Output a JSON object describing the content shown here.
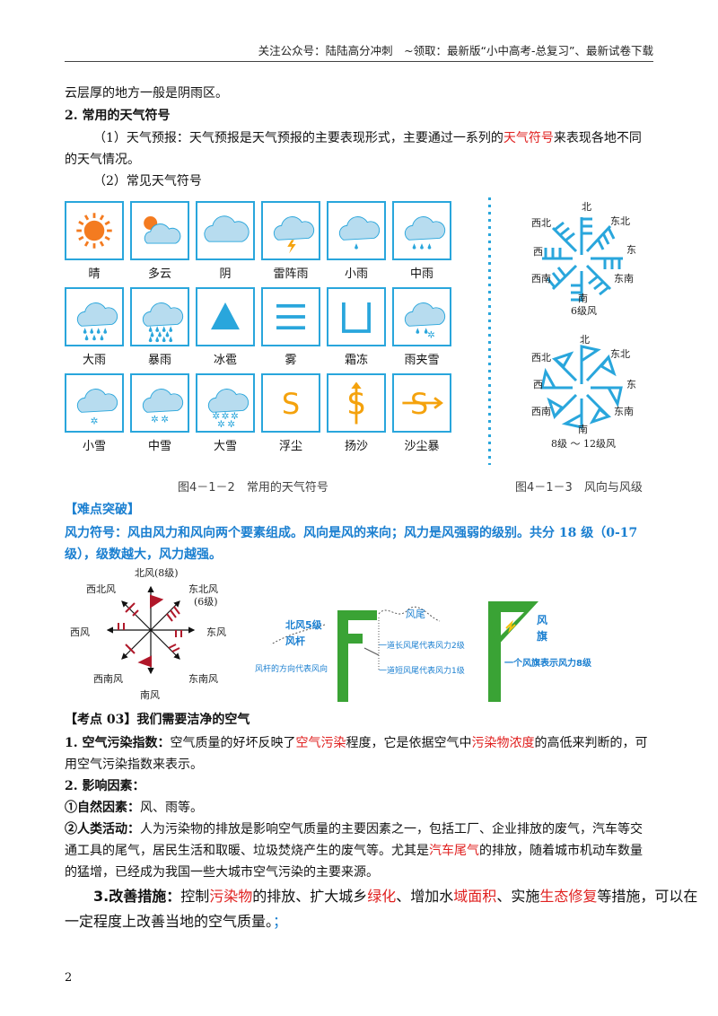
{
  "header": {
    "text": "关注公众号：陆陆高分冲刺　~领取：最新版“小中高考-总复习”、最新试卷下载"
  },
  "intro_line": "云层厚的地方一般是阴雨区。",
  "section2": {
    "title": "2. 常用的天气符号",
    "p1_a": "（1）天气预报：天气预报是天气预报的主要表现形式，主要通过一系列的",
    "p1_red": "天气符号",
    "p1_b": "来表现各地不同",
    "p1_c": "的天气情况。",
    "p2": "（2）常见天气符号"
  },
  "weather_symbols": [
    {
      "label": "晴",
      "icon": "sun-icon"
    },
    {
      "label": "多云",
      "icon": "partly-cloudy-icon"
    },
    {
      "label": "阴",
      "icon": "overcast-icon"
    },
    {
      "label": "雷阵雨",
      "icon": "thunder-shower-icon"
    },
    {
      "label": "小雨",
      "icon": "light-rain-icon"
    },
    {
      "label": "中雨",
      "icon": "moderate-rain-icon"
    },
    {
      "label": "大雨",
      "icon": "heavy-rain-icon"
    },
    {
      "label": "暴雨",
      "icon": "rainstorm-icon"
    },
    {
      "label": "冰雹",
      "icon": "hail-icon"
    },
    {
      "label": "雾",
      "icon": "fog-icon"
    },
    {
      "label": "霜冻",
      "icon": "frost-icon"
    },
    {
      "label": "雨夹雪",
      "icon": "sleet-icon"
    },
    {
      "label": "小雪",
      "icon": "light-snow-icon"
    },
    {
      "label": "中雪",
      "icon": "moderate-snow-icon"
    },
    {
      "label": "大雪",
      "icon": "heavy-snow-icon"
    },
    {
      "label": "浮尘",
      "icon": "floating-dust-icon"
    },
    {
      "label": "扬沙",
      "icon": "blowing-sand-icon"
    },
    {
      "label": "沙尘暴",
      "icon": "sandstorm-icon"
    }
  ],
  "figure_captions": {
    "left": "图4－1－2　常用的天气符号",
    "right": "图4－1－3　风向与风级"
  },
  "wind_rose_1": {
    "north": "北",
    "northeast": "东北",
    "east": "东",
    "southeast": "东南",
    "south": "南",
    "southwest": "西南",
    "west": "西",
    "northwest": "西北",
    "caption": "6级风"
  },
  "wind_rose_2": {
    "north": "北",
    "northeast": "东北",
    "east": "东",
    "southeast": "东南",
    "south": "南",
    "southwest": "西南",
    "west": "西",
    "northwest": "西北",
    "caption": "8级 ～ 12级风"
  },
  "difficulty": {
    "title": "【难点突破】",
    "line1": "风力符号：风由风力和风向两个要素组成。风向是风的来向；风力是风强弱的级别。共分 18 级（0-17",
    "line2": "级），级数越大，风力越强。"
  },
  "wind_diagram": {
    "north": "北风(8级)",
    "northeast_a": "东北风",
    "northeast_b": "(6级)",
    "east": "东风",
    "southeast": "东南风",
    "south": "南风",
    "southwest": "西南风",
    "west": "西风",
    "northwest": "西北风"
  },
  "wind_symbol_diagram": {
    "north5": "北风5级",
    "tail": "风尾",
    "pole": "风杆",
    "pole_note": "风杆的方向代表风向",
    "long_tail": "一道长风尾代表风力2级",
    "short_tail": "一道短风尾代表风力1级"
  },
  "flag_diagram": {
    "flag_a": "风",
    "flag_b": "旗",
    "note": "一个风旗表示风力8级"
  },
  "section3": {
    "title": "【考点 03】我们需要洁净的空气",
    "item1_title": "1. 空气污染指数：",
    "item1_a": "空气质量的好坏反映了",
    "item1_red1": "空气污染",
    "item1_b": "程度，它是依据空气中",
    "item1_red2": "污染物浓度",
    "item1_c": "的高低来判断的，可",
    "item1_d": "用空气污染指数来表示。",
    "item2_title": "2. 影响因素：",
    "natural_title": "①自然因素：",
    "natural_text": "风、雨等。",
    "human_title": "②人类活动：",
    "human_a": "人为污染物的排放是影响空气质量的主要因素之一，包括工厂、企业排放的废气，汽车等交",
    "human_b": "通工具的尾气，居民生活和取暖、垃圾焚烧产生的废气等。尤其是",
    "human_red": "汽车尾气",
    "human_c": "的排放，随着城市机动车数量",
    "human_d": "的猛增，已经成为我国一些大城市空气污染的主要来源。",
    "item3_title": "3.改善措施：",
    "item3_a": "控制",
    "item3_r1": "污染物",
    "item3_b": "的排放、扩大城乡",
    "item3_r2": "绿化",
    "item3_c": "、增加水",
    "item3_r3": "域面积",
    "item3_d": "、实施",
    "item3_r4": "生态修复",
    "item3_e": "等措施，可以在",
    "item3_f": "一定程度上改善当地的空气质量。",
    "item3_g": "；"
  },
  "page_number": "2",
  "colors": {
    "icon_border": "#29a6dc",
    "accent_red": "#e0201f",
    "accent_blue": "#1a7fd0",
    "flag_green": "#3aa335",
    "barb_red": "#b0182a"
  }
}
